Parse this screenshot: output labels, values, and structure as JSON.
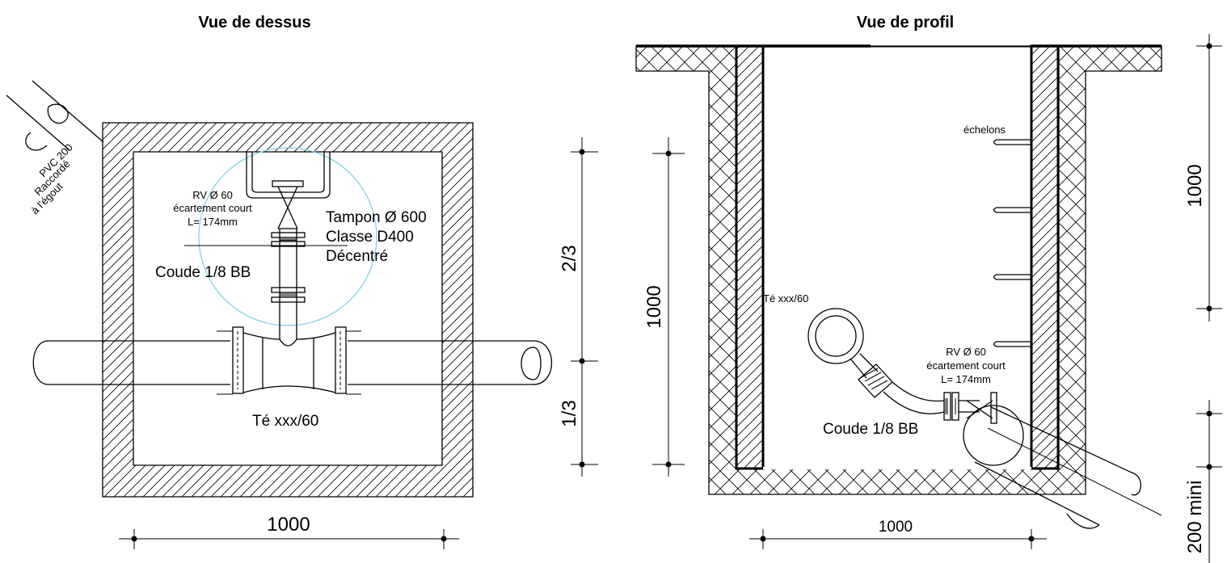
{
  "top_view": {
    "title": "Vue de dessus",
    "pipe_label": [
      "PVC 200",
      "Raccordé",
      "à l'égout"
    ],
    "rv_label": [
      "RV Ø 60",
      "écartement court",
      "L= 174mm"
    ],
    "tampon_label": [
      "Tampon Ø 600",
      "Classe D400",
      "Décentré"
    ],
    "coude_label": "Coude 1/8 BB",
    "te_label": "Té xxx/60",
    "dim_width": "1000",
    "dim_upper": "2/3",
    "dim_lower": "1/3"
  },
  "profile_view": {
    "title": "Vue de profil",
    "echelons_label": "échelons",
    "te_label": "Té xxx/60",
    "rv_label": [
      "RV Ø 60",
      "écartement court",
      "L= 174mm"
    ],
    "coude_label": "Coude 1/8 BB",
    "dim_height": "1000",
    "dim_width": "1000",
    "dim_right": "1000",
    "dim_min": "200 mini"
  },
  "colors": {
    "tampon_circle": "#7fd3e6",
    "line": "#000000"
  }
}
